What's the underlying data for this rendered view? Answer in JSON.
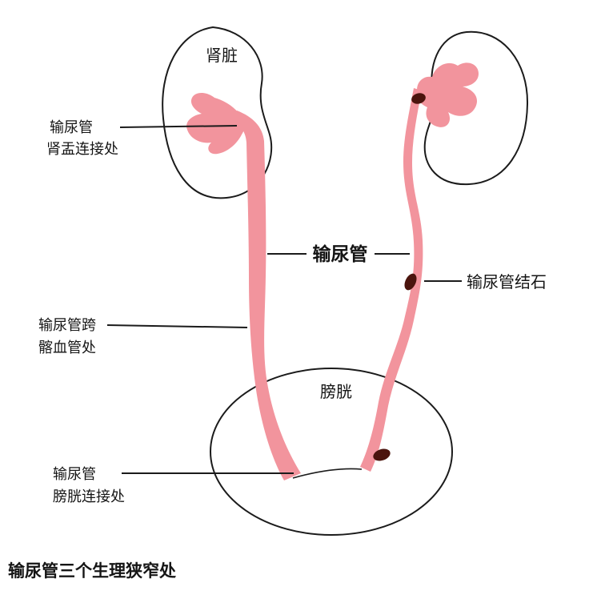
{
  "title": "输尿管三个生理狭窄处",
  "labels": {
    "kidney": "肾脏",
    "bladder": "膀胱",
    "ureter": "输尿管",
    "stone": "输尿管结石",
    "upj_line1": "输尿管",
    "upj_line2": "肾盂连接处",
    "iliac_line1": "输尿管跨",
    "iliac_line2": "髂血管处",
    "uvj_line1": "输尿管",
    "uvj_line2": "膀胱连接处"
  },
  "colors": {
    "ureter_pink": "#F2949D",
    "pink_edge": "#E8828D",
    "stone": "#4B140D",
    "outline": "#1B1B1B"
  }
}
